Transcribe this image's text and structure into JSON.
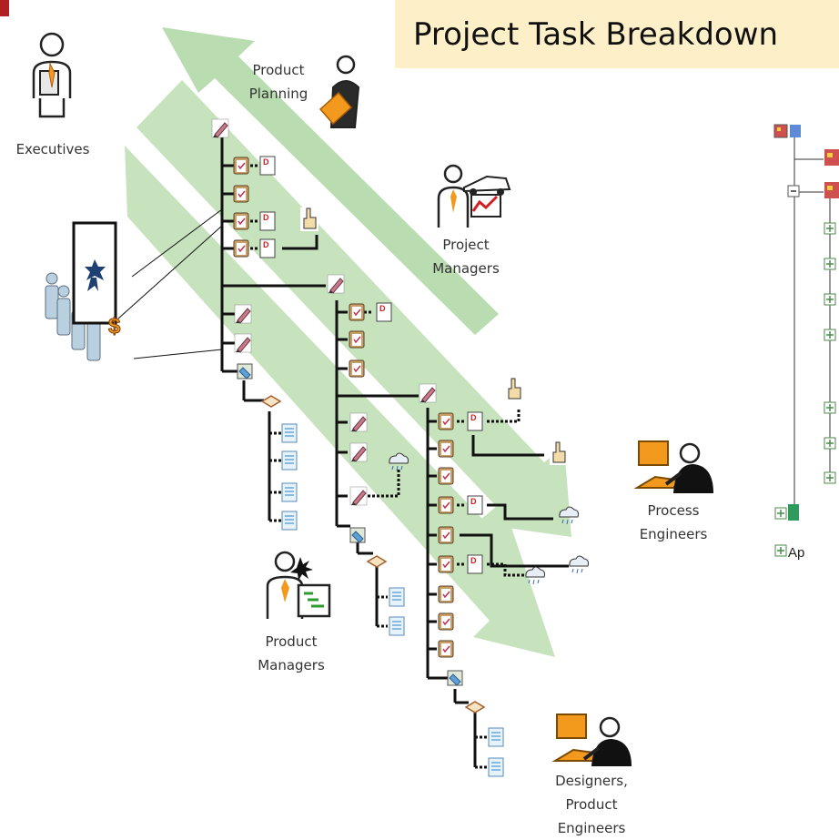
{
  "title": "Project Task Breakdown",
  "roles": {
    "executives": "Executives",
    "product_planning": [
      "Product",
      "Planning"
    ],
    "project_managers": [
      "Project",
      "Managers"
    ],
    "process_engineers": [
      "Process",
      "Engineers"
    ],
    "product_managers": [
      "Product",
      "Managers"
    ],
    "designers": [
      "Designers,",
      "Product",
      "Engineers"
    ]
  },
  "tree_fragment": {
    "bottom_label": "Ap"
  },
  "colors": {
    "arrow": "#b9dcb0",
    "title_bg": "#fdf0c8",
    "orange": "#f39a1e",
    "navy": "#1d3f72"
  }
}
